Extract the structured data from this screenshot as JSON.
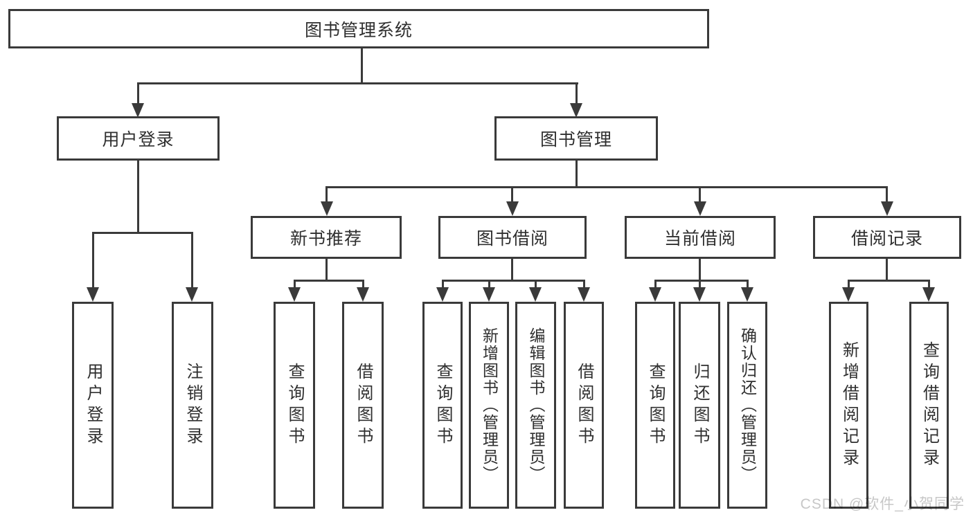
{
  "diagram_type": "function-structure-tree",
  "colors": {
    "background": "#ffffff",
    "line": "#3a3a3a",
    "box_border": "#3a3a3a",
    "text": "#2f2f2f",
    "watermark": "#c7c7c7"
  },
  "tree": {
    "root": {
      "label": "图书管理系统"
    },
    "branches": [
      {
        "label": "用户登录",
        "leaves": [
          "用户登录",
          "注销登录"
        ]
      },
      {
        "label": "图书管理",
        "groups": [
          {
            "label": "新书推荐",
            "leaves": [
              "查询图书",
              "借阅图书"
            ]
          },
          {
            "label": "图书借阅",
            "leaves": [
              "查询图书",
              "新增图书（管理员）",
              "编辑图书（管理员）",
              "借阅图书"
            ]
          },
          {
            "label": "当前借阅",
            "leaves": [
              "查询图书",
              "归还图书",
              "确认归还（管理员）"
            ]
          },
          {
            "label": "借阅记录",
            "leaves": [
              "新增借阅记录",
              "查询借阅记录"
            ]
          }
        ]
      }
    ]
  },
  "watermark": {
    "text": "CSDN @软件_小贺同学"
  }
}
